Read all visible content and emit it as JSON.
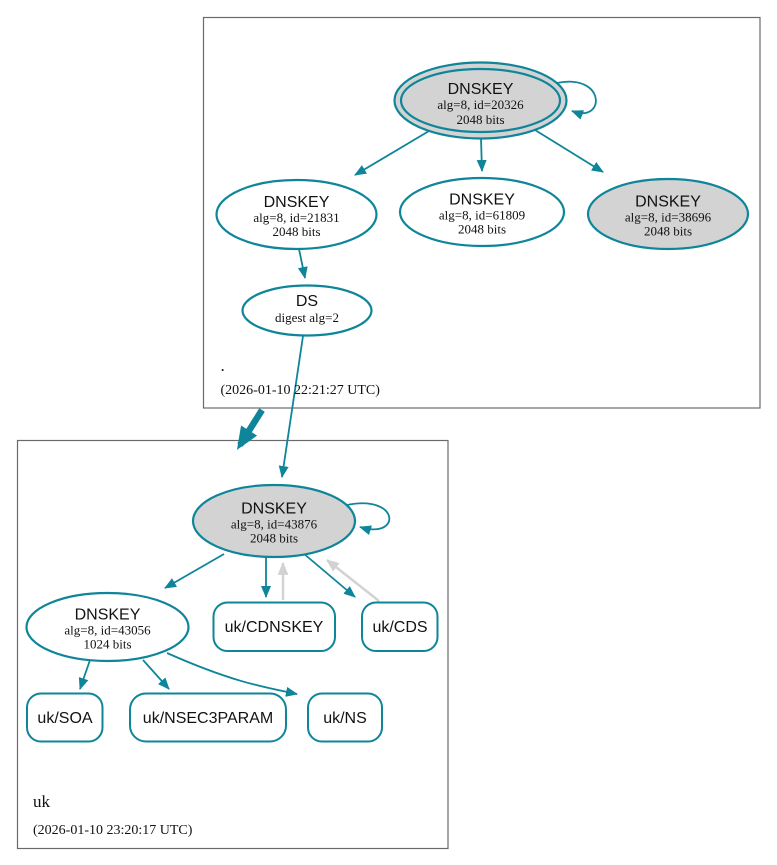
{
  "colors": {
    "secure_teal": "#0e8599",
    "inactive_edge_gray": "#d2d2d2",
    "key_fill_gray": "#d3d3d3",
    "zone_border_gray": "#6a6a6a"
  },
  "root_zone": {
    "label": ".",
    "timestamp": "(2026-01-10 22:21:27 UTC)",
    "nodes": {
      "ksk20326": {
        "title": "DNSKEY",
        "detail": "alg=8, id=20326",
        "bits": "2048 bits"
      },
      "key21831": {
        "title": "DNSKEY",
        "detail": "alg=8, id=21831",
        "bits": "2048 bits"
      },
      "key61809": {
        "title": "DNSKEY",
        "detail": "alg=8, id=61809",
        "bits": "2048 bits"
      },
      "key38696": {
        "title": "DNSKEY",
        "detail": "alg=8, id=38696",
        "bits": "2048 bits"
      },
      "ds": {
        "title": "DS",
        "detail": "digest alg=2"
      }
    }
  },
  "uk_zone": {
    "label": "uk",
    "timestamp": "(2026-01-10 23:20:17 UTC)",
    "nodes": {
      "ksk43876": {
        "title": "DNSKEY",
        "detail": "alg=8, id=43876",
        "bits": "2048 bits"
      },
      "zsk43056": {
        "title": "DNSKEY",
        "detail": "alg=8, id=43056",
        "bits": "1024 bits"
      },
      "cdnskey": {
        "label": "uk/CDNSKEY"
      },
      "cds": {
        "label": "uk/CDS"
      },
      "soa": {
        "label": "uk/SOA"
      },
      "nsec3param": {
        "label": "uk/NSEC3PARAM"
      },
      "ns": {
        "label": "uk/NS"
      }
    }
  }
}
